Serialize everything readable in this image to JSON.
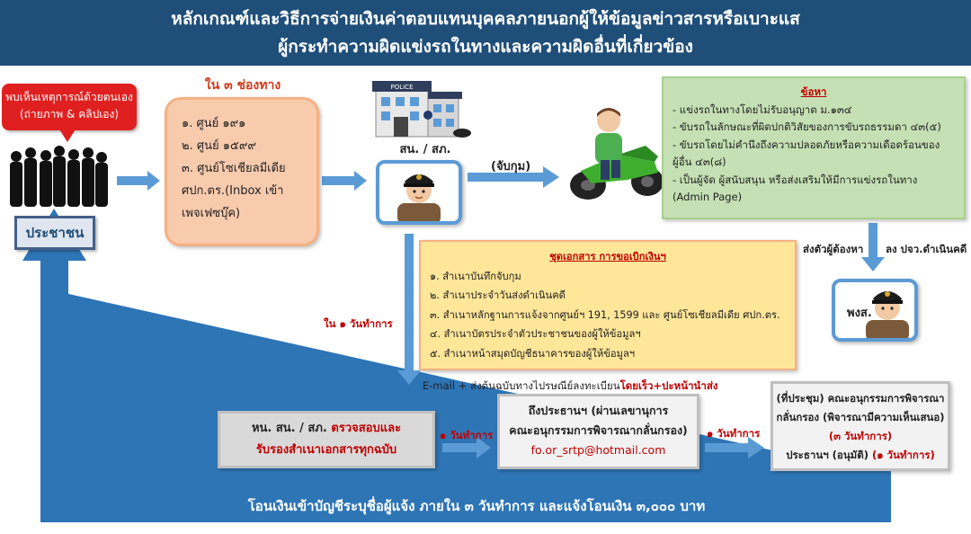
{
  "header": {
    "line1": "หลักเกณฑ์และวิธีการจ่ายเงินค่าตอบแทนบุคคลภายนอกผู้ให้ข้อมูลข่าวสารหรือเบาะแส",
    "line2": "ผู้กระทำความผิดแข่งรถในทางและความผิดอื่นที่เกี่ยวข้อง"
  },
  "citizen": {
    "callout_line1": "พบเห็นเหตุการณ์ด้วยตนเอง",
    "callout_line2": "(ถ่ายภาพ & คลิปเอง)",
    "label": "ประชาชน"
  },
  "channels": {
    "title": "ใน ๓ ช่องทาง",
    "items": [
      "๑. ศูนย์ ๑๙๑",
      "๒. ศูนย์ ๑๕๙๙",
      "๓. ศูนย์โซเชียลมีเดีย",
      "ศปก.ตร.(Inbox เข้า",
      "เพจเฟซบุ๊ค)"
    ]
  },
  "station": {
    "sign": "POLICE",
    "label": "สน. / สภ."
  },
  "arrest_label": "(จับกุม)",
  "violations": {
    "title": "ข้อหา",
    "items": [
      "- แข่งรถในทางโดยไม่รับอนุญาต ม.๑๓๔",
      "- ขับรถในลักษณะที่ผิดปกติวิสัยของการขับรถธรรมดา ๔๓(๕)",
      "- ขับรถโดยไม่คำนึงถึงความปลอดภัยหรือความเดือดร้อนของ",
      "ผู้อื่น ๔๓(๘)",
      "- เป็นผู้จัด ผู้สนับสนุน หรือส่งเสริมให้มีการแข่งรถในทาง",
      "(Admin Page)"
    ]
  },
  "send_suspect_label": "ส่งตัวผู้ต้องหา",
  "prosecute_label": "ลง ปจว.ดำเนินคดี",
  "investigator_label": "พงส.",
  "documents": {
    "title": "ชุดเอกสาร การขอเบิกเงินฯ",
    "items": [
      "๑. สำเนาบันทึกจับกุม",
      "๒. สำเนาประจำวันส่งดำเนินคดี",
      "๓. สำเนาหลักฐานการแจ้งจากศูนย์ฯ 191, 1599 และ ศูนย์โซเชียลมีเดีย ศปก.ตร.",
      "๔. สำเนาบัตรประจำตัวประชาชนของผู้ให้ข้อมูลฯ",
      "๕. สำเนาหน้าสมุดบัญชีธนาคารของผู้ให้ข้อมูลฯ"
    ]
  },
  "within_1_day": "ใน ๑ วันทำการ",
  "email_note": {
    "normal": "E-mail + ส่งต้นฉบับทางไปรษณีย์ลงทะเบียน",
    "emphasis": "โดยเร็ว+ปะหน้านำส่ง"
  },
  "chief_box": {
    "line1_normal": "หน. สน. / สภ. ",
    "line1_red": "ตรวจสอบและ",
    "line2_red": "รับรองสำเนาเอกสารทุกฉบับ"
  },
  "days_a": "๑ วันทำการ",
  "chair_box": {
    "line1": "ถึงประธานฯ (ผ่านเลขานุการ",
    "line2": "คณะอนุกรรมการพิจารณากลั่นกรอง)",
    "email": "fo.or_srtp@hotmail.com"
  },
  "days_b": "๑ วันทำการ",
  "meeting_box": {
    "line1": "(ที่ประชุม) คณะอนุกรรมการพิจารณา",
    "line2": "กลั่นกรอง (พิจารณามีความเห็นเสนอ)",
    "line3": "(๓ วันทำการ)",
    "line4_normal": "ประธานฯ (อนุมัติ) ",
    "line4_red": "(๑ วันทำการ)"
  },
  "bottom_text": "โอนเงินเข้าบัญชีระบุชื่อผู้แจ้ง ภายใน ๓ วันทำการ และแจ้งโอนเงิน ๓,๐๐๐ บาท",
  "colors": {
    "header_bg": "#1f4e79",
    "arrow_blue": "#5b9bd5",
    "big_arrow_blue": "#2e75b6",
    "alert_red": "#e02020",
    "channels_bg": "#f8cbad",
    "violations_bg": "#c5e0b4",
    "docs_bg": "#ffe699"
  }
}
